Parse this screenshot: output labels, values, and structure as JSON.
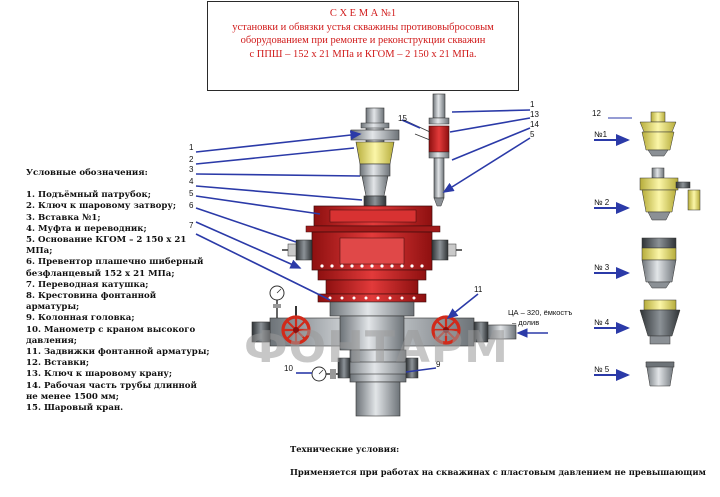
{
  "title": {
    "line1": "С Х Е М А №1",
    "line2": "установки и обвязки устья скважины  противовыбросовым",
    "line3": "оборудованием при ремонте и реконструкции скважин",
    "line4": "с ППШ – 152 х 21 МПа и КГОМ – 2 150 х 21 МПа."
  },
  "legend": {
    "title": "Условные обозначения:",
    "items": [
      "1. Подъёмный патрубок;",
      "2. Ключ к шаровому затвору;",
      "3. Вставка №1;",
      "4. Муфта и переводник;",
      "5. Основание КГОМ – 2 150 х 21 МПа;",
      "6. Превентор плашечно шиберный безфланцевый 152 х 21 МПа;",
      "7. Переводная катушка;",
      "8. Крестовина фонтанной арматуры;",
      "9. Колонная головка;",
      "10. Манометр с краном высокого давления;",
      "11. Задвижки фонтанной арматуры;",
      "12. Вставки;",
      "13. Ключ к шаровому крану;",
      "14. Рабочая часть трубы длинной не менее 1500 мм;",
      "15. Шаровый кран."
    ]
  },
  "tech": {
    "title": "Технические условия:",
    "text": "Применяется при работах на скважинах с пластовым давлением не превышающим"
  },
  "inserts": {
    "labels": [
      "№1",
      "№ 2",
      "№ 3",
      "№ 4",
      "№ 5"
    ],
    "group_number": "12"
  },
  "callouts": {
    "left_stack": [
      "1",
      "2",
      "3",
      "4",
      "5",
      "6",
      "7"
    ],
    "ball_valve": "15",
    "right_pipe": [
      "1",
      "13",
      "14",
      "5"
    ],
    "valve": "11",
    "gauge": "10",
    "head": "9"
  },
  "line_note": {
    "line1": "ЦА – 320, ёмкостъ",
    "line2": "– долив"
  },
  "watermark": "ФОНТАРМ",
  "colors": {
    "red": "#cc1f1f",
    "yellow": "#e8e070",
    "grey": "#9aa0a6",
    "blue": "#2b3aa8",
    "title_red": "#d01a1a"
  }
}
